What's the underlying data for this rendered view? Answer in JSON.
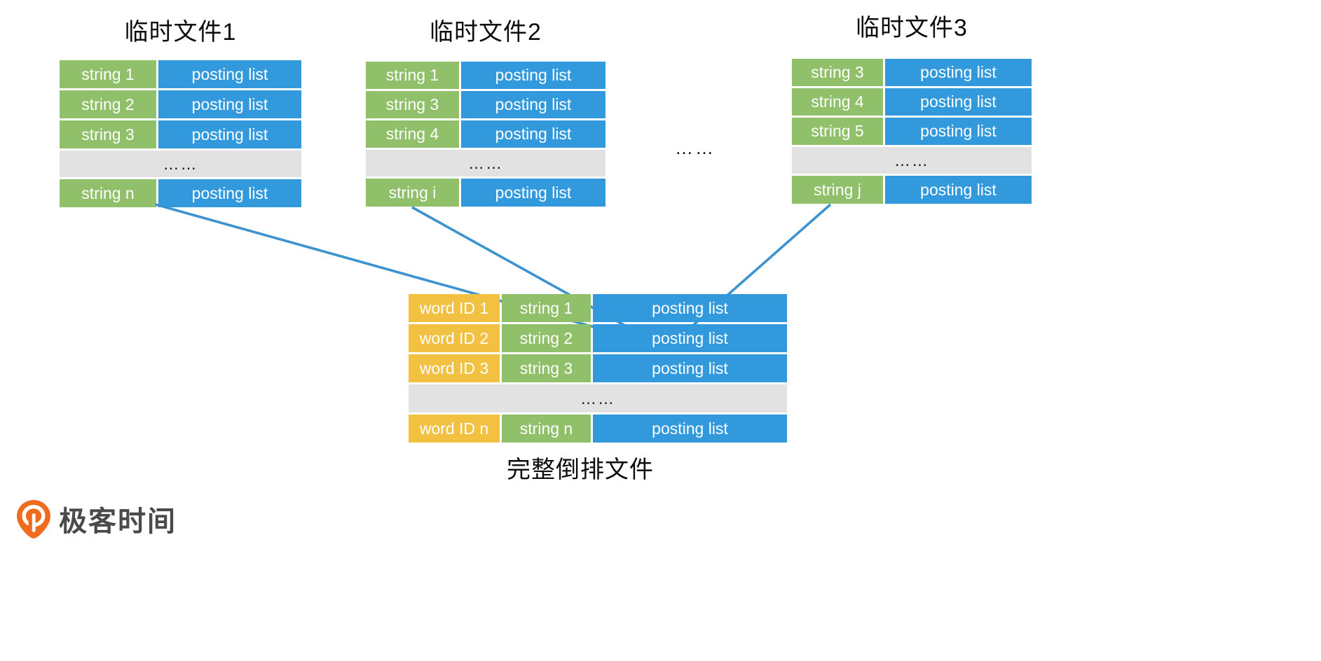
{
  "diagram": {
    "caption": "完整倒排文件",
    "middle_ellipsis": "……",
    "colors": {
      "string_green": "#90c06a",
      "posting_blue": "#3399dd",
      "wordid_yellow": "#f2c141",
      "ellipsis_gray": "#e2e2e2",
      "arrow_blue": "#3d92d0",
      "logo_orange": "#ef6c1f",
      "logo_text_gray": "#4a4a4a"
    }
  },
  "temp_files": [
    {
      "title": "临时文件1",
      "columns": [
        "string",
        "posting list"
      ],
      "rows": [
        {
          "string": "string 1",
          "posting": "posting list"
        },
        {
          "string": "string 2",
          "posting": "posting list"
        },
        {
          "string": "string 3",
          "posting": "posting list"
        },
        {
          "ellipsis": "……"
        },
        {
          "string": "string n",
          "posting": "posting list"
        }
      ]
    },
    {
      "title": "临时文件2",
      "columns": [
        "string",
        "posting list"
      ],
      "rows": [
        {
          "string": "string 1",
          "posting": "posting list"
        },
        {
          "string": "string 3",
          "posting": "posting list"
        },
        {
          "string": "string 4",
          "posting": "posting list"
        },
        {
          "ellipsis": "……"
        },
        {
          "string": "string i",
          "posting": "posting list"
        }
      ]
    },
    {
      "title": "临时文件3",
      "columns": [
        "string",
        "posting list"
      ],
      "rows": [
        {
          "string": "string 3",
          "posting": "posting list"
        },
        {
          "string": "string 4",
          "posting": "posting list"
        },
        {
          "string": "string 5",
          "posting": "posting list"
        },
        {
          "ellipsis": "……"
        },
        {
          "string": "string j",
          "posting": "posting list"
        }
      ]
    }
  ],
  "merged_file": {
    "caption": "完整倒排文件",
    "columns": [
      "word ID",
      "string",
      "posting list"
    ],
    "rows": [
      {
        "word_id": "word ID 1",
        "string": "string 1",
        "posting": "posting list"
      },
      {
        "word_id": "word ID 2",
        "string": "string 2",
        "posting": "posting list"
      },
      {
        "word_id": "word ID 3",
        "string": "string 3",
        "posting": "posting list"
      },
      {
        "ellipsis": "……"
      },
      {
        "word_id": "word ID n",
        "string": "string n",
        "posting": "posting list"
      }
    ]
  },
  "logo": {
    "text": "极客时间",
    "mark_name": "geekbang-pin-icon"
  }
}
